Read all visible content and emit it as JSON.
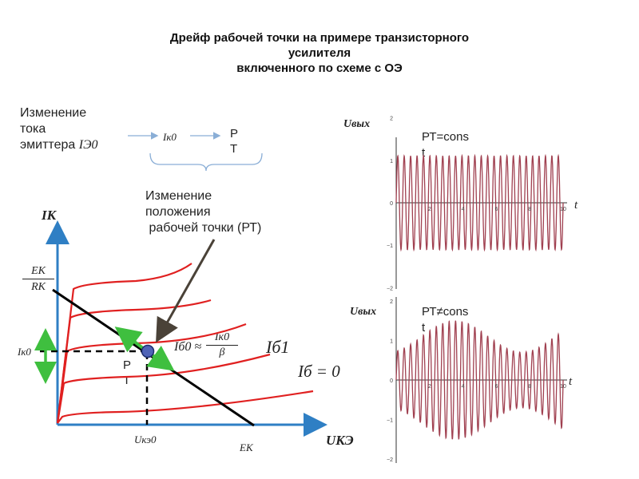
{
  "title": {
    "line1": "Дрейф рабочей точки на примере транзисторного",
    "line2": "усилителя",
    "line3": "включенного по схеме с ОЭ"
  },
  "emitter_change": {
    "line1": "Изменение",
    "line2": "тока",
    "line3": "эмиттера",
    "symbol": "IЭ0"
  },
  "flow": {
    "ik0": "Iк0",
    "pt_line1": "Р",
    "pt_line2": "Т"
  },
  "position_change": {
    "line1": "Изменение",
    "line2": "положения",
    "line3": " рабочей точки (РТ)"
  },
  "iv_diagram": {
    "y_axis": "IК",
    "x_axis": "UКЭ",
    "ek_rk_num": "EК",
    "ek_rk_den": "RК",
    "ik0_label": "Iк0",
    "uke0_label": "Uкэ0",
    "ek_label": "EК",
    "ib0_formula_lhs": "Iб0 ≈",
    "ib0_formula_num": "Iк0",
    "ib0_formula_den": "β",
    "ib1_label": "Iб1",
    "ib_zero_label": "Iб = 0",
    "pt_line1": "Р",
    "pt_line2": "Т"
  },
  "signals": [
    {
      "ylabel": "Uвых",
      "xlabel": "t",
      "annotation_line1": "РТ=cons",
      "annotation_line2": "t",
      "x_ticks": [
        "2",
        "4",
        "6",
        "8",
        "10"
      ],
      "y_ticks": [
        "2",
        "1",
        "0",
        "−1",
        "−2"
      ]
    },
    {
      "ylabel": "Uвых",
      "xlabel": "t",
      "annotation_line1": "РТ≠cons",
      "annotation_line2": "t",
      "x_ticks": [
        "2",
        "4",
        "6",
        "8",
        "10"
      ],
      "y_ticks": [
        "2",
        "1",
        "0",
        "−1",
        "−2"
      ]
    }
  ],
  "colors": {
    "curve": "#e02020",
    "axis": "#2f7fc4",
    "load_line": "#000000",
    "drift_arrow": "#3fbf3f",
    "pointer": "#4a4238",
    "signal": "#a04050",
    "brace": "#8aaed6",
    "working_point": "#4f63b7"
  }
}
